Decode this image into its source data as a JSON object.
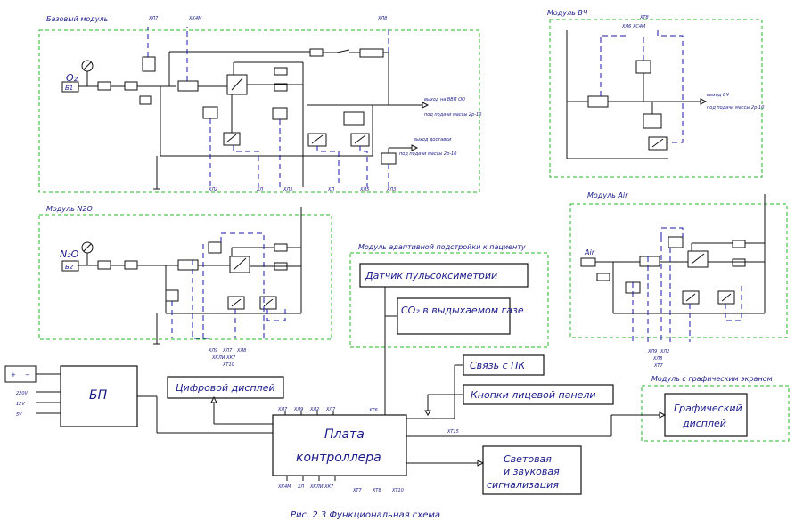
{
  "modules": {
    "base": "Базовый модуль",
    "n2o": "Модуль N2O",
    "hf": "Модуль ВЧ",
    "air": "Модуль Air",
    "adaptive": "Модуль адаптивной подстройки к пациенту",
    "graphic": "Модуль с графическим экраном"
  },
  "blocks": {
    "pulse_sensor": "Датчик пульсоксиметрии",
    "co2": "CO₂ в выдыхаемом газе",
    "pc_link": "Связь с ПК",
    "buttons": "Кнопки лицевой панели",
    "digital_display": "Цифровой дисплей",
    "controller_line1": "Плата",
    "controller_line2": "контроллера",
    "psu": "БП",
    "graphic_display_line1": "Графический",
    "graphic_display_line2": "дисплей",
    "signal_line1": "Световая",
    "signal_line2": "и звуковая",
    "signal_line3": "сигнализация"
  },
  "gas_labels": {
    "o2": "O₂",
    "n2o": "N₂O",
    "air": "Air"
  },
  "tags": {
    "b1": "Б1",
    "b2": "Б2",
    "xt6": "ХТ6",
    "xt7": "ХТ7",
    "xt8": "ХТ8",
    "xt10": "ХТ10",
    "xt15": "ХТ15",
    "psu_in1": "220V",
    "psu_in2": "12V",
    "psu_in3": "5V"
  },
  "caption": "Рис. 2.3 Функциональная схема"
}
